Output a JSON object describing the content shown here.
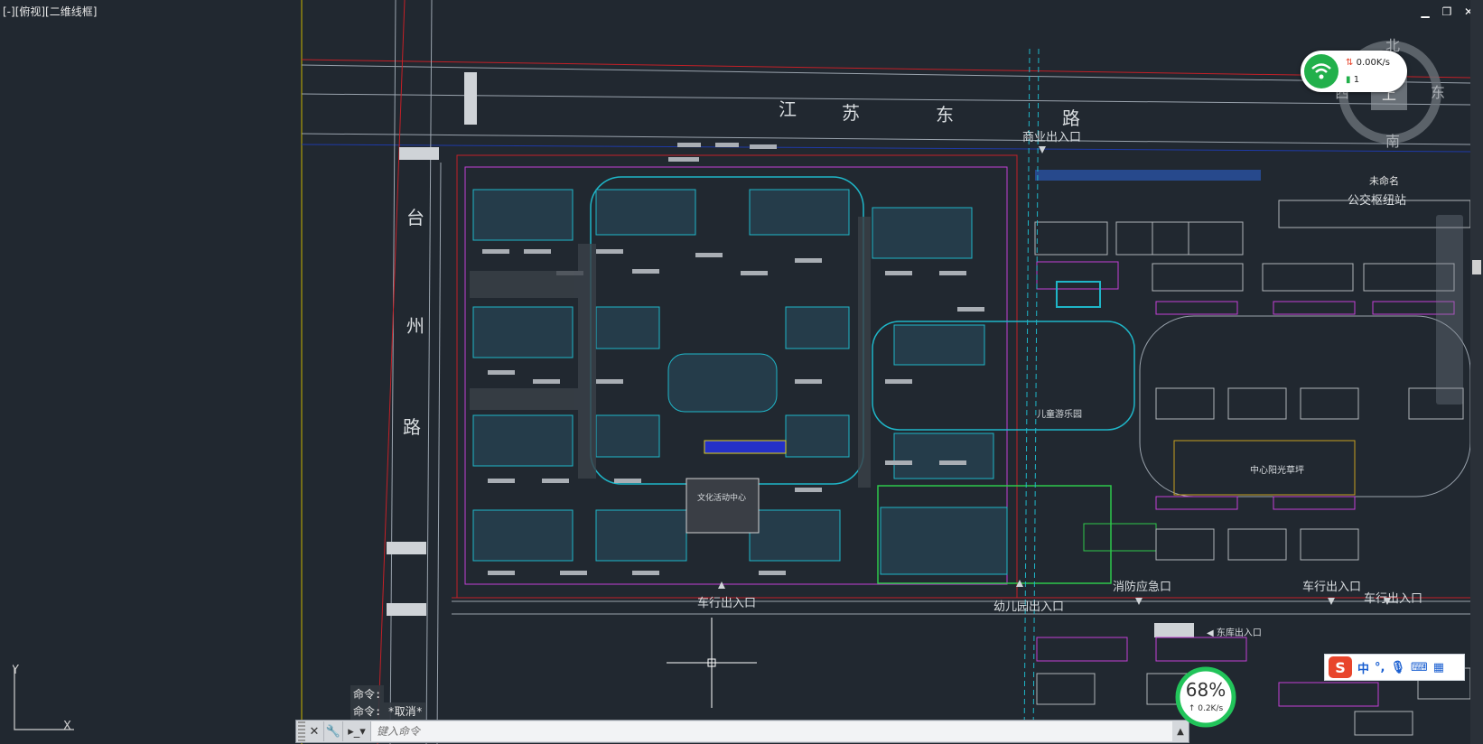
{
  "viewport": {
    "label": "[-][俯视][二维线框]"
  },
  "window_controls": {
    "minimize": "▁",
    "restore": "❐",
    "close": "✕"
  },
  "roads": {
    "north_chars": [
      "江",
      "苏",
      "东",
      "路"
    ],
    "west_chars": [
      "台",
      "州",
      "路"
    ]
  },
  "labels": {
    "commercial_exit": "商业出入口",
    "bus_hub": "公交枢纽站",
    "vehicle_entry_1": "车行出入口",
    "kindergarten_entry": "幼儿园出入口",
    "fire_exit": "消防应急口",
    "vehicle_entry_2": "车行出入口",
    "vehicle_entry_3": "车行出入口",
    "east_parking": "◀ 东库出入口",
    "center_lawn": "中心阳光草坪",
    "kids_area": "儿童游乐园",
    "culture_center": "文化活动中心",
    "unnamed": "未命名"
  },
  "compass": {
    "n": "北",
    "s": "南",
    "e": "东",
    "w": "西",
    "center": "上"
  },
  "net_widget": {
    "speed": "0.00K/s",
    "count": "1"
  },
  "command": {
    "history_1": "命令:",
    "history_2": "命令: *取消*",
    "placeholder": "键入命令"
  },
  "ucs": {
    "y": "Y",
    "x": "X"
  },
  "gauge": {
    "percent": "68%",
    "rate": "↑ 0.2K/s"
  },
  "ime": {
    "lang": "中",
    "punct": "°,"
  },
  "colors": {
    "background": "#212830",
    "accent_green": "#22b04b",
    "cad_cyan": "#1fb6c8",
    "cad_magenta": "#c23fd6",
    "cad_red": "#d8232a"
  }
}
